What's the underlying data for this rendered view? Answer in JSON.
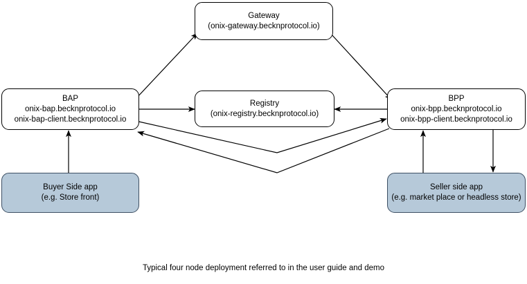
{
  "diagram": {
    "caption": "Typical four node deployment referred to in the user guide and demo",
    "colors": {
      "node_fill": "#ffffff",
      "shaded_node_fill": "#b6c9d9",
      "node_stroke": "#000000",
      "shaded_node_stroke": "#3d4f63",
      "edge_stroke": "#000000",
      "background": "#ffffff"
    },
    "nodes": [
      {
        "id": "gateway",
        "title": "Gateway",
        "subtitle": "(onix-gateway.becknprotocol.io)",
        "shaded": false
      },
      {
        "id": "bap",
        "title": "BAP",
        "subtitle": "onix-bap.becknprotocol.io",
        "subtitle2": "onix-bap-client.becknprotocol.io",
        "shaded": false
      },
      {
        "id": "registry",
        "title": "Registry",
        "subtitle": "(onix-registry.becknprotocol.io)",
        "shaded": false
      },
      {
        "id": "bpp",
        "title": "BPP",
        "subtitle": "onix-bpp.becknprotocol.io",
        "subtitle2": "onix-bpp-client.becknprotocol.io",
        "shaded": false
      },
      {
        "id": "buyer-app",
        "title": "Buyer Side app",
        "subtitle": "(e.g. Store front)",
        "shaded": true
      },
      {
        "id": "seller-app",
        "title": "Seller side app",
        "subtitle": "(e.g. market place or headless store)",
        "shaded": true
      }
    ],
    "edges": [
      {
        "id": "bap-to-gateway",
        "from": "bap",
        "to": "gateway",
        "arrow": "forward"
      },
      {
        "id": "gateway-to-bpp",
        "from": "gateway",
        "to": "bpp",
        "arrow": "forward"
      },
      {
        "id": "bap-to-registry",
        "from": "bap",
        "to": "registry",
        "arrow": "forward"
      },
      {
        "id": "bpp-to-registry",
        "from": "bpp",
        "to": "registry",
        "arrow": "forward"
      },
      {
        "id": "bap-to-bpp",
        "from": "bap",
        "to": "bpp",
        "arrow": "forward"
      },
      {
        "id": "bpp-to-bap",
        "from": "bpp",
        "to": "bap",
        "arrow": "forward"
      },
      {
        "id": "buyer-app-to-bap",
        "from": "buyer-app",
        "to": "bap",
        "arrow": "forward"
      },
      {
        "id": "seller-app-to-bpp",
        "from": "seller-app",
        "to": "bpp",
        "arrow": "forward"
      },
      {
        "id": "bpp-to-seller-app",
        "from": "bpp",
        "to": "seller-app",
        "arrow": "forward"
      }
    ]
  }
}
